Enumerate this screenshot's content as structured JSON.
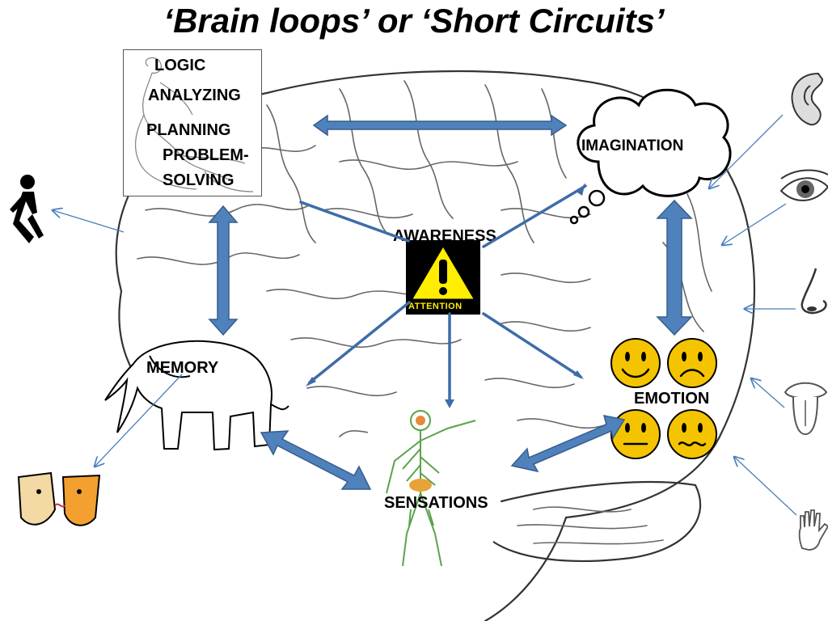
{
  "title": "‘Brain loops’ or ‘Short Circuits’",
  "labels": {
    "logic": "LOGIC",
    "analyzing": "ANALYZING",
    "planning": "PLANNING",
    "problem": "PROBLEM-",
    "solving": "SOLVING",
    "imagination": "IMAGINATION",
    "awareness": "AWARENESS",
    "attention": "ATTENTION",
    "memory": "MEMORY",
    "emotion": "EMOTION",
    "sensations": "SENSATIONS"
  },
  "colors": {
    "arrow_fill": "#4f81bd",
    "arrow_stroke": "#385d8a",
    "thin_line": "#4a7ebb",
    "warning_yellow": "#ffee00",
    "smiley_yellow": "#f5c400"
  },
  "icons": {
    "thinker": "thinker-statue-icon",
    "cloud": "thought-cloud-icon",
    "warning": "warning-triangle-icon",
    "elephant": "elephant-icon",
    "body": "nervous-system-body-icon",
    "smileys": "emotion-faces-icon",
    "walker": "walking-person-icon",
    "faces": "talking-faces-icon",
    "ear": "ear-icon",
    "eye": "eye-icon",
    "nose": "nose-icon",
    "mouth": "mouth-tongue-icon",
    "hand": "hand-icon",
    "brain": "brain-sketch-icon"
  }
}
